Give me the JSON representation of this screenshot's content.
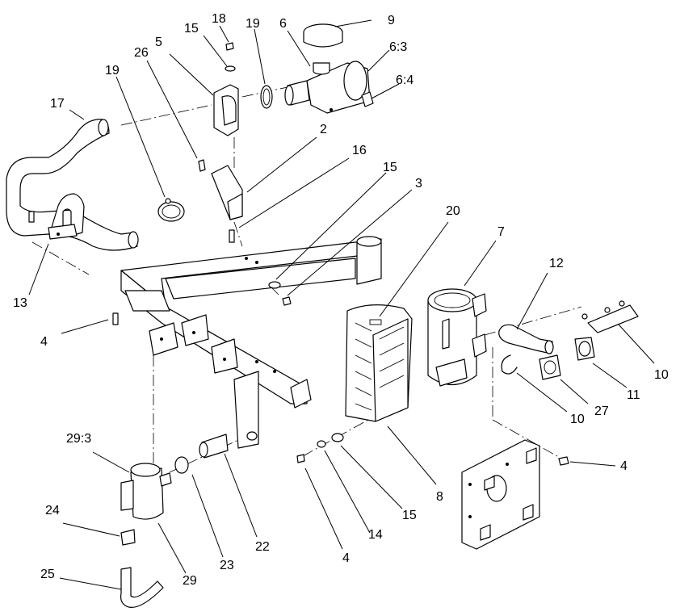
{
  "callouts": [
    {
      "id": "c9",
      "text": "9"
    },
    {
      "id": "c18",
      "text": "18"
    },
    {
      "id": "c15a",
      "text": "15"
    },
    {
      "id": "c19a",
      "text": "19"
    },
    {
      "id": "c6",
      "text": "6"
    },
    {
      "id": "c63",
      "text": "6:3"
    },
    {
      "id": "c64",
      "text": "6:4"
    },
    {
      "id": "c26",
      "text": "26"
    },
    {
      "id": "c5",
      "text": "5"
    },
    {
      "id": "c19b",
      "text": "19"
    },
    {
      "id": "c17",
      "text": "17"
    },
    {
      "id": "c2",
      "text": "2"
    },
    {
      "id": "c16",
      "text": "16"
    },
    {
      "id": "c15b",
      "text": "15"
    },
    {
      "id": "c3",
      "text": "3"
    },
    {
      "id": "c20",
      "text": "20"
    },
    {
      "id": "c7",
      "text": "7"
    },
    {
      "id": "c12",
      "text": "12"
    },
    {
      "id": "c13",
      "text": "13"
    },
    {
      "id": "c4a",
      "text": "4"
    },
    {
      "id": "c10a",
      "text": "10"
    },
    {
      "id": "c11",
      "text": "11"
    },
    {
      "id": "c27",
      "text": "27"
    },
    {
      "id": "c10b",
      "text": "10"
    },
    {
      "id": "c4b",
      "text": "4"
    },
    {
      "id": "c293",
      "text": "29:3"
    },
    {
      "id": "c8",
      "text": "8"
    },
    {
      "id": "c15c",
      "text": "15"
    },
    {
      "id": "c22",
      "text": "22"
    },
    {
      "id": "c14",
      "text": "14"
    },
    {
      "id": "c24",
      "text": "24"
    },
    {
      "id": "c23",
      "text": "23"
    },
    {
      "id": "c29",
      "text": "29"
    },
    {
      "id": "c4c",
      "text": "4"
    },
    {
      "id": "c25",
      "text": "25"
    }
  ]
}
